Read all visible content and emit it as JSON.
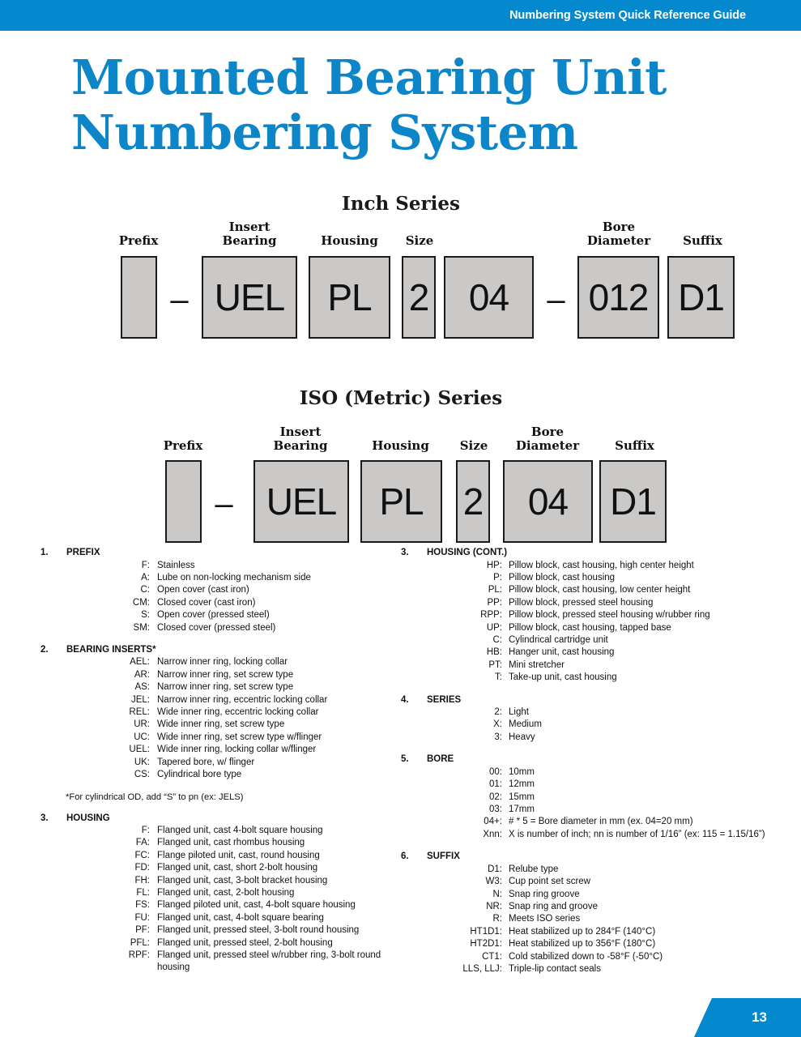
{
  "header": {
    "title": "Numbering System Quick Reference Guide"
  },
  "title": {
    "line1": "Mounted Bearing Unit",
    "line2": "Numbering System"
  },
  "colors": {
    "brand_blue": "#0589CE",
    "title_blue": "#0C86C8",
    "box_gray": "#CBC9C8"
  },
  "inch_series": {
    "heading": "Inch Series",
    "labels": {
      "prefix": "Prefix",
      "insert_bearing_l1": "Insert",
      "insert_bearing_l2": "Bearing",
      "housing": "Housing",
      "size": "Size",
      "bore_l1": "Bore",
      "bore_l2": "Diameter",
      "suffix": "Suffix"
    },
    "boxes": {
      "prefix": "",
      "insert_bearing": "UEL",
      "housing": "PL",
      "size": "2",
      "series": "04",
      "bore": "012",
      "suffix": "D1"
    },
    "dash1": "–",
    "dash2": "–"
  },
  "iso_series": {
    "heading": "ISO (Metric) Series",
    "labels": {
      "prefix": "Prefix",
      "insert_bearing_l1": "Insert",
      "insert_bearing_l2": "Bearing",
      "housing": "Housing",
      "size": "Size",
      "bore_l1": "Bore",
      "bore_l2": "Diameter",
      "suffix": "Suffix"
    },
    "boxes": {
      "prefix": "",
      "insert_bearing": "UEL",
      "housing": "PL",
      "size": "2",
      "bore": "04",
      "suffix": "D1"
    },
    "dash1": "–"
  },
  "legend": {
    "left": {
      "prefix": {
        "num": "1.",
        "head": "PREFIX",
        "rows": [
          {
            "code": "F:",
            "desc": "Stainless"
          },
          {
            "code": "A:",
            "desc": "Lube on non-locking mechanism side"
          },
          {
            "code": "C:",
            "desc": "Open cover (cast iron)"
          },
          {
            "code": "CM:",
            "desc": "Closed cover (cast iron)"
          },
          {
            "code": "S:",
            "desc": "Open cover (pressed steel)"
          },
          {
            "code": "SM:",
            "desc": "Closed cover (pressed steel)"
          }
        ]
      },
      "inserts": {
        "num": "2.",
        "head": "BEARING INSERTS*",
        "rows": [
          {
            "code": "AEL:",
            "desc": "Narrow inner ring, locking collar"
          },
          {
            "code": "AR:",
            "desc": "Narrow inner ring, set screw type"
          },
          {
            "code": "AS:",
            "desc": "Narrow inner ring, set screw type"
          },
          {
            "code": "JEL:",
            "desc": "Narrow inner ring, eccentric locking collar"
          },
          {
            "code": "REL:",
            "desc": "Wide inner ring, eccentric locking collar"
          },
          {
            "code": "UR:",
            "desc": "Wide inner ring, set screw type"
          },
          {
            "code": "UC:",
            "desc": "Wide inner ring, set screw type w/flinger"
          },
          {
            "code": "UEL:",
            "desc": "Wide inner ring, locking collar w/flinger"
          },
          {
            "code": "UK:",
            "desc": "Tapered bore,  w/ flinger"
          },
          {
            "code": "CS:",
            "desc": "Cylindrical bore type"
          }
        ]
      },
      "footnote": "*For cylindrical OD, add “S” to pn (ex: JELS)",
      "housing": {
        "num": "3.",
        "head": "HOUSING",
        "rows": [
          {
            "code": "F:",
            "desc": "Flanged unit, cast 4-bolt square housing"
          },
          {
            "code": "FA:",
            "desc": "Flanged unit, cast rhombus housing"
          },
          {
            "code": "FC:",
            "desc": "Flange piloted unit, cast, round housing"
          },
          {
            "code": "FD:",
            "desc": "Flanged unit, cast, short 2-bolt housing"
          },
          {
            "code": "FH:",
            "desc": "Flanged unit, cast, 3-bolt bracket housing"
          },
          {
            "code": "FL:",
            "desc": "Flanged unit, cast, 2-bolt housing"
          },
          {
            "code": "FS:",
            "desc": "Flanged piloted unit, cast, 4-bolt square housing"
          },
          {
            "code": "FU:",
            "desc": "Flanged unit, cast, 4-bolt square bearing"
          },
          {
            "code": "PF:",
            "desc": "Flanged unit, pressed steel, 3-bolt round housing"
          },
          {
            "code": "PFL:",
            "desc": "Flanged unit, pressed steel, 2-bolt housing"
          },
          {
            "code": "RPF:",
            "desc": "Flanged unit, pressed steel w/rubber ring, 3-bolt round housing"
          }
        ]
      }
    },
    "right": {
      "housing_cont": {
        "num": "3.",
        "head": "HOUSING (CONT.)",
        "rows": [
          {
            "code": "HP:",
            "desc": "Pillow block, cast housing, high center height"
          },
          {
            "code": "P:",
            "desc": "Pillow block, cast housing"
          },
          {
            "code": "PL:",
            "desc": "Pillow block, cast housing, low center height"
          },
          {
            "code": "PP:",
            "desc": "Pillow block, pressed steel housing"
          },
          {
            "code": "RPP:",
            "desc": "Pillow block, pressed steel housing w/rubber ring"
          },
          {
            "code": "UP:",
            "desc": "Pillow block, cast housing, tapped base"
          },
          {
            "code": "C:",
            "desc": "Cylindrical cartridge unit"
          },
          {
            "code": "HB:",
            "desc": "Hanger unit, cast housing"
          },
          {
            "code": "PT:",
            "desc": "Mini stretcher"
          },
          {
            "code": "T:",
            "desc": "Take-up unit, cast housing"
          }
        ]
      },
      "series": {
        "num": "4.",
        "head": "SERIES",
        "rows": [
          {
            "code": "2:",
            "desc": "Light"
          },
          {
            "code": "X:",
            "desc": "Medium"
          },
          {
            "code": "3:",
            "desc": "Heavy"
          }
        ]
      },
      "bore": {
        "num": "5.",
        "head": "BORE",
        "rows": [
          {
            "code": "00:",
            "desc": "10mm"
          },
          {
            "code": "01:",
            "desc": "12mm"
          },
          {
            "code": "02:",
            "desc": "15mm"
          },
          {
            "code": "03:",
            "desc": "17mm"
          },
          {
            "code": "04+:",
            "desc": "# * 5 = Bore diameter in mm (ex. 04=20 mm)"
          },
          {
            "code": "Xnn:",
            "desc": "X is number of inch; nn is number of 1/16” (ex: 115 = 1.15/16”)"
          }
        ]
      },
      "suffix": {
        "num": "6.",
        "head": "SUFFIX",
        "rows": [
          {
            "code": "D1:",
            "desc": "Relube type"
          },
          {
            "code": "W3:",
            "desc": "Cup point set screw"
          },
          {
            "code": "N:",
            "desc": "Snap ring groove"
          },
          {
            "code": "NR:",
            "desc": "Snap ring and groove"
          },
          {
            "code": "R:",
            "desc": "Meets ISO series"
          },
          {
            "code": "HT1D1:",
            "desc": "Heat stabilized up to 284°F (140°C)"
          },
          {
            "code": "HT2D1:",
            "desc": "Heat stabilized up to 356°F (180°C)"
          },
          {
            "code": "CT1:",
            "desc": "Cold stabilized down to -58°F (-50°C)"
          },
          {
            "code": "LLS, LLJ:",
            "desc": "Triple-lip contact seals"
          }
        ]
      }
    }
  },
  "page_number": "13"
}
